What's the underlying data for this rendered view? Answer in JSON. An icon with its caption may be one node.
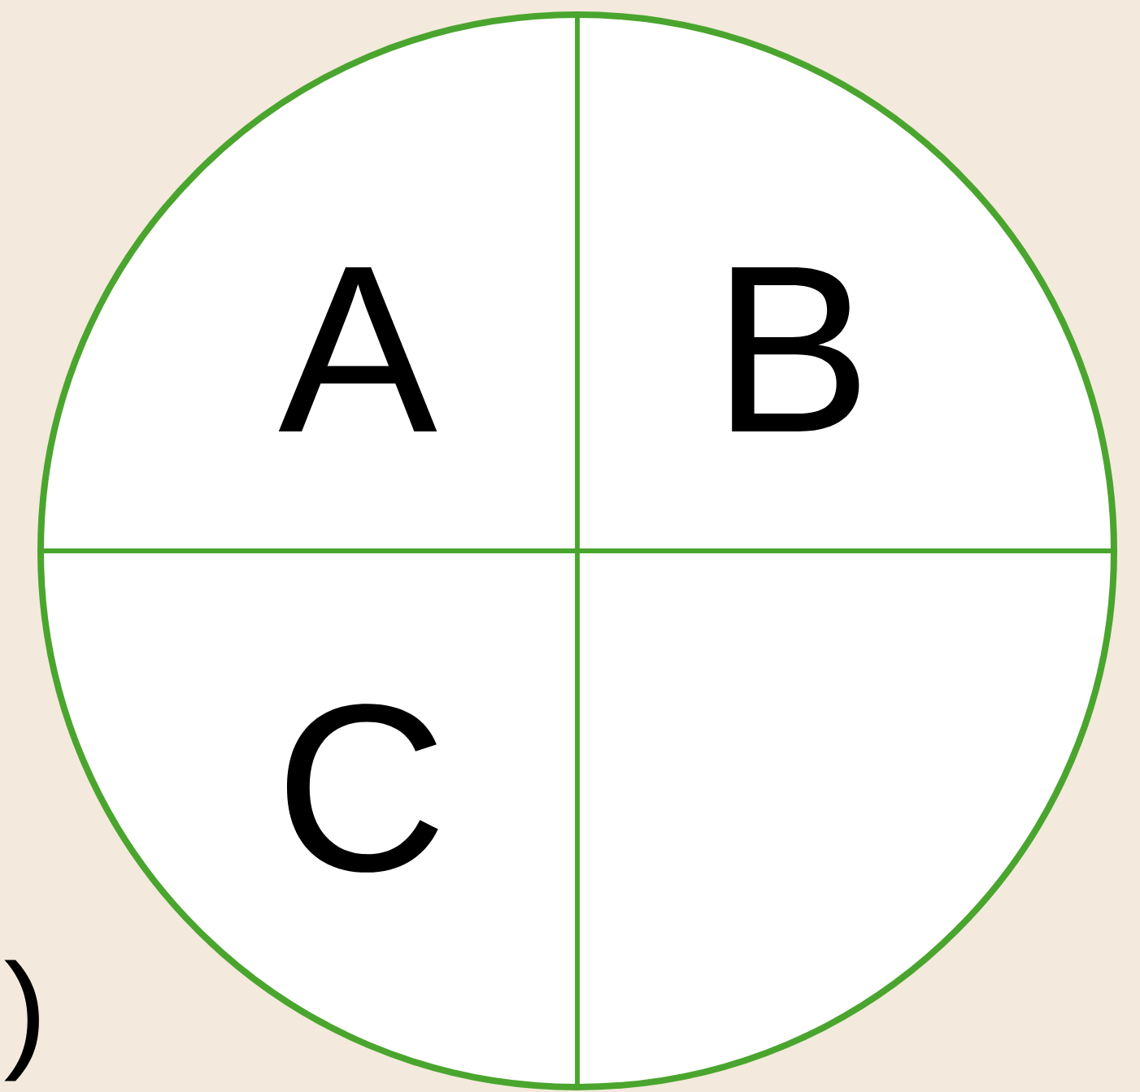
{
  "diagram": {
    "nodes": [
      {
        "text": [
          "A"
        ]
      },
      {
        "text": [
          "B"
        ]
      },
      {
        "text": [
          "C"
        ]
      },
      {
        "text": [],
        "shape": "sector"
      }
    ],
    "labels": [
      ")"
    ]
  }
}
